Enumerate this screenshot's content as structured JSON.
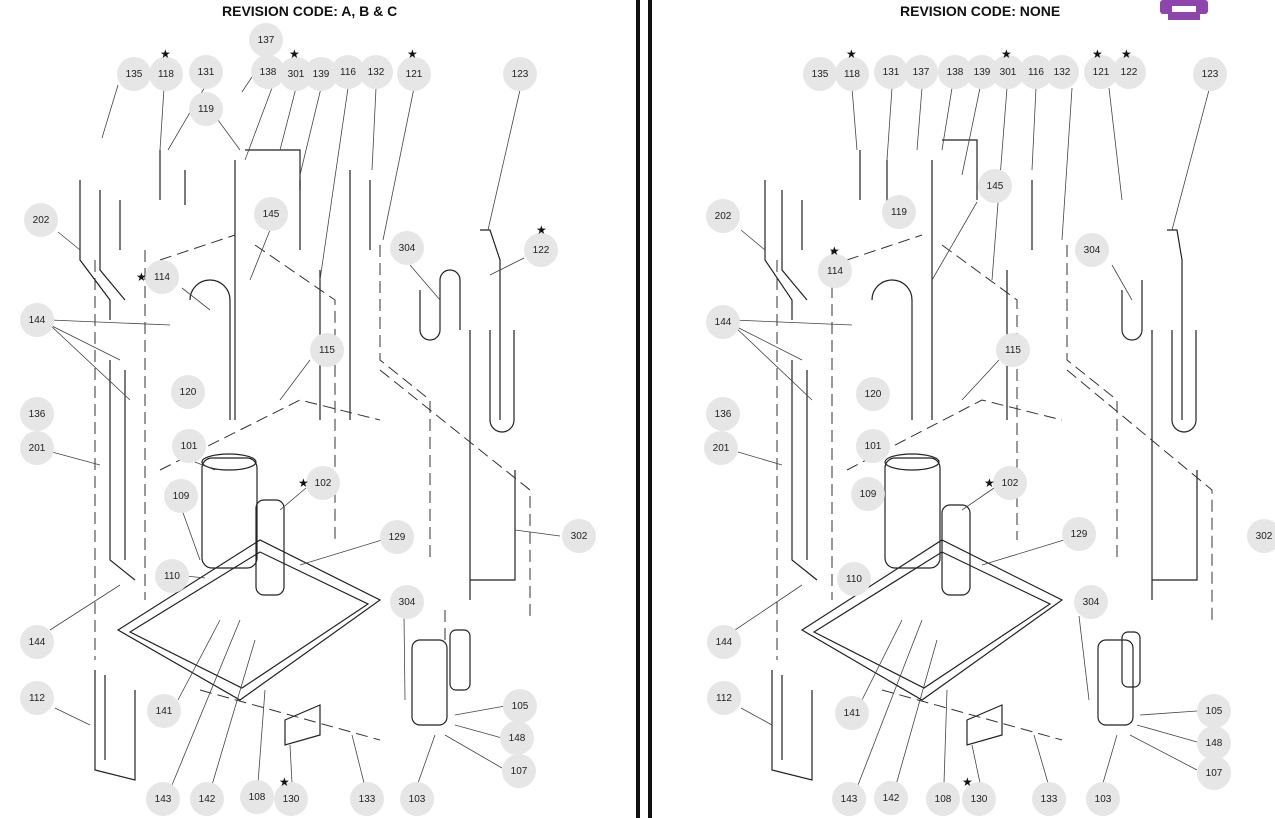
{
  "panels": [
    {
      "title": "REVISION CODE: A, B & C",
      "callouts": [
        "137",
        "135",
        "118",
        "131",
        "138",
        "301",
        "139",
        "116",
        "132",
        "121",
        "123",
        "119",
        "202",
        "145",
        "304",
        "122",
        "114",
        "144",
        "115",
        "120",
        "136",
        "201",
        "101",
        "102",
        "109",
        "129",
        "302",
        "110",
        "304",
        "144",
        "105",
        "112",
        "141",
        "148",
        "107",
        "143",
        "142",
        "108",
        "130",
        "133",
        "103"
      ],
      "starred": [
        "118",
        "301",
        "121",
        "122",
        "114",
        "102",
        "130"
      ]
    },
    {
      "title": "REVISION CODE: NONE",
      "callouts": [
        "135",
        "118",
        "131",
        "137",
        "138",
        "139",
        "301",
        "116",
        "132",
        "121",
        "122",
        "123",
        "145",
        "119",
        "202",
        "114",
        "304",
        "144",
        "115",
        "120",
        "136",
        "101",
        "201",
        "102",
        "109",
        "129",
        "302",
        "110",
        "304",
        "144",
        "105",
        "112",
        "148",
        "141",
        "107",
        "143",
        "142",
        "108",
        "130",
        "133",
        "103"
      ],
      "starred": [
        "118",
        "301",
        "121",
        "122",
        "114",
        "102",
        "130"
      ]
    }
  ],
  "icons": {
    "print": "printer-icon"
  },
  "colors": {
    "callout_fill": "#e6e6e6",
    "print_icon": "#8e44ad",
    "line": "#222222"
  }
}
